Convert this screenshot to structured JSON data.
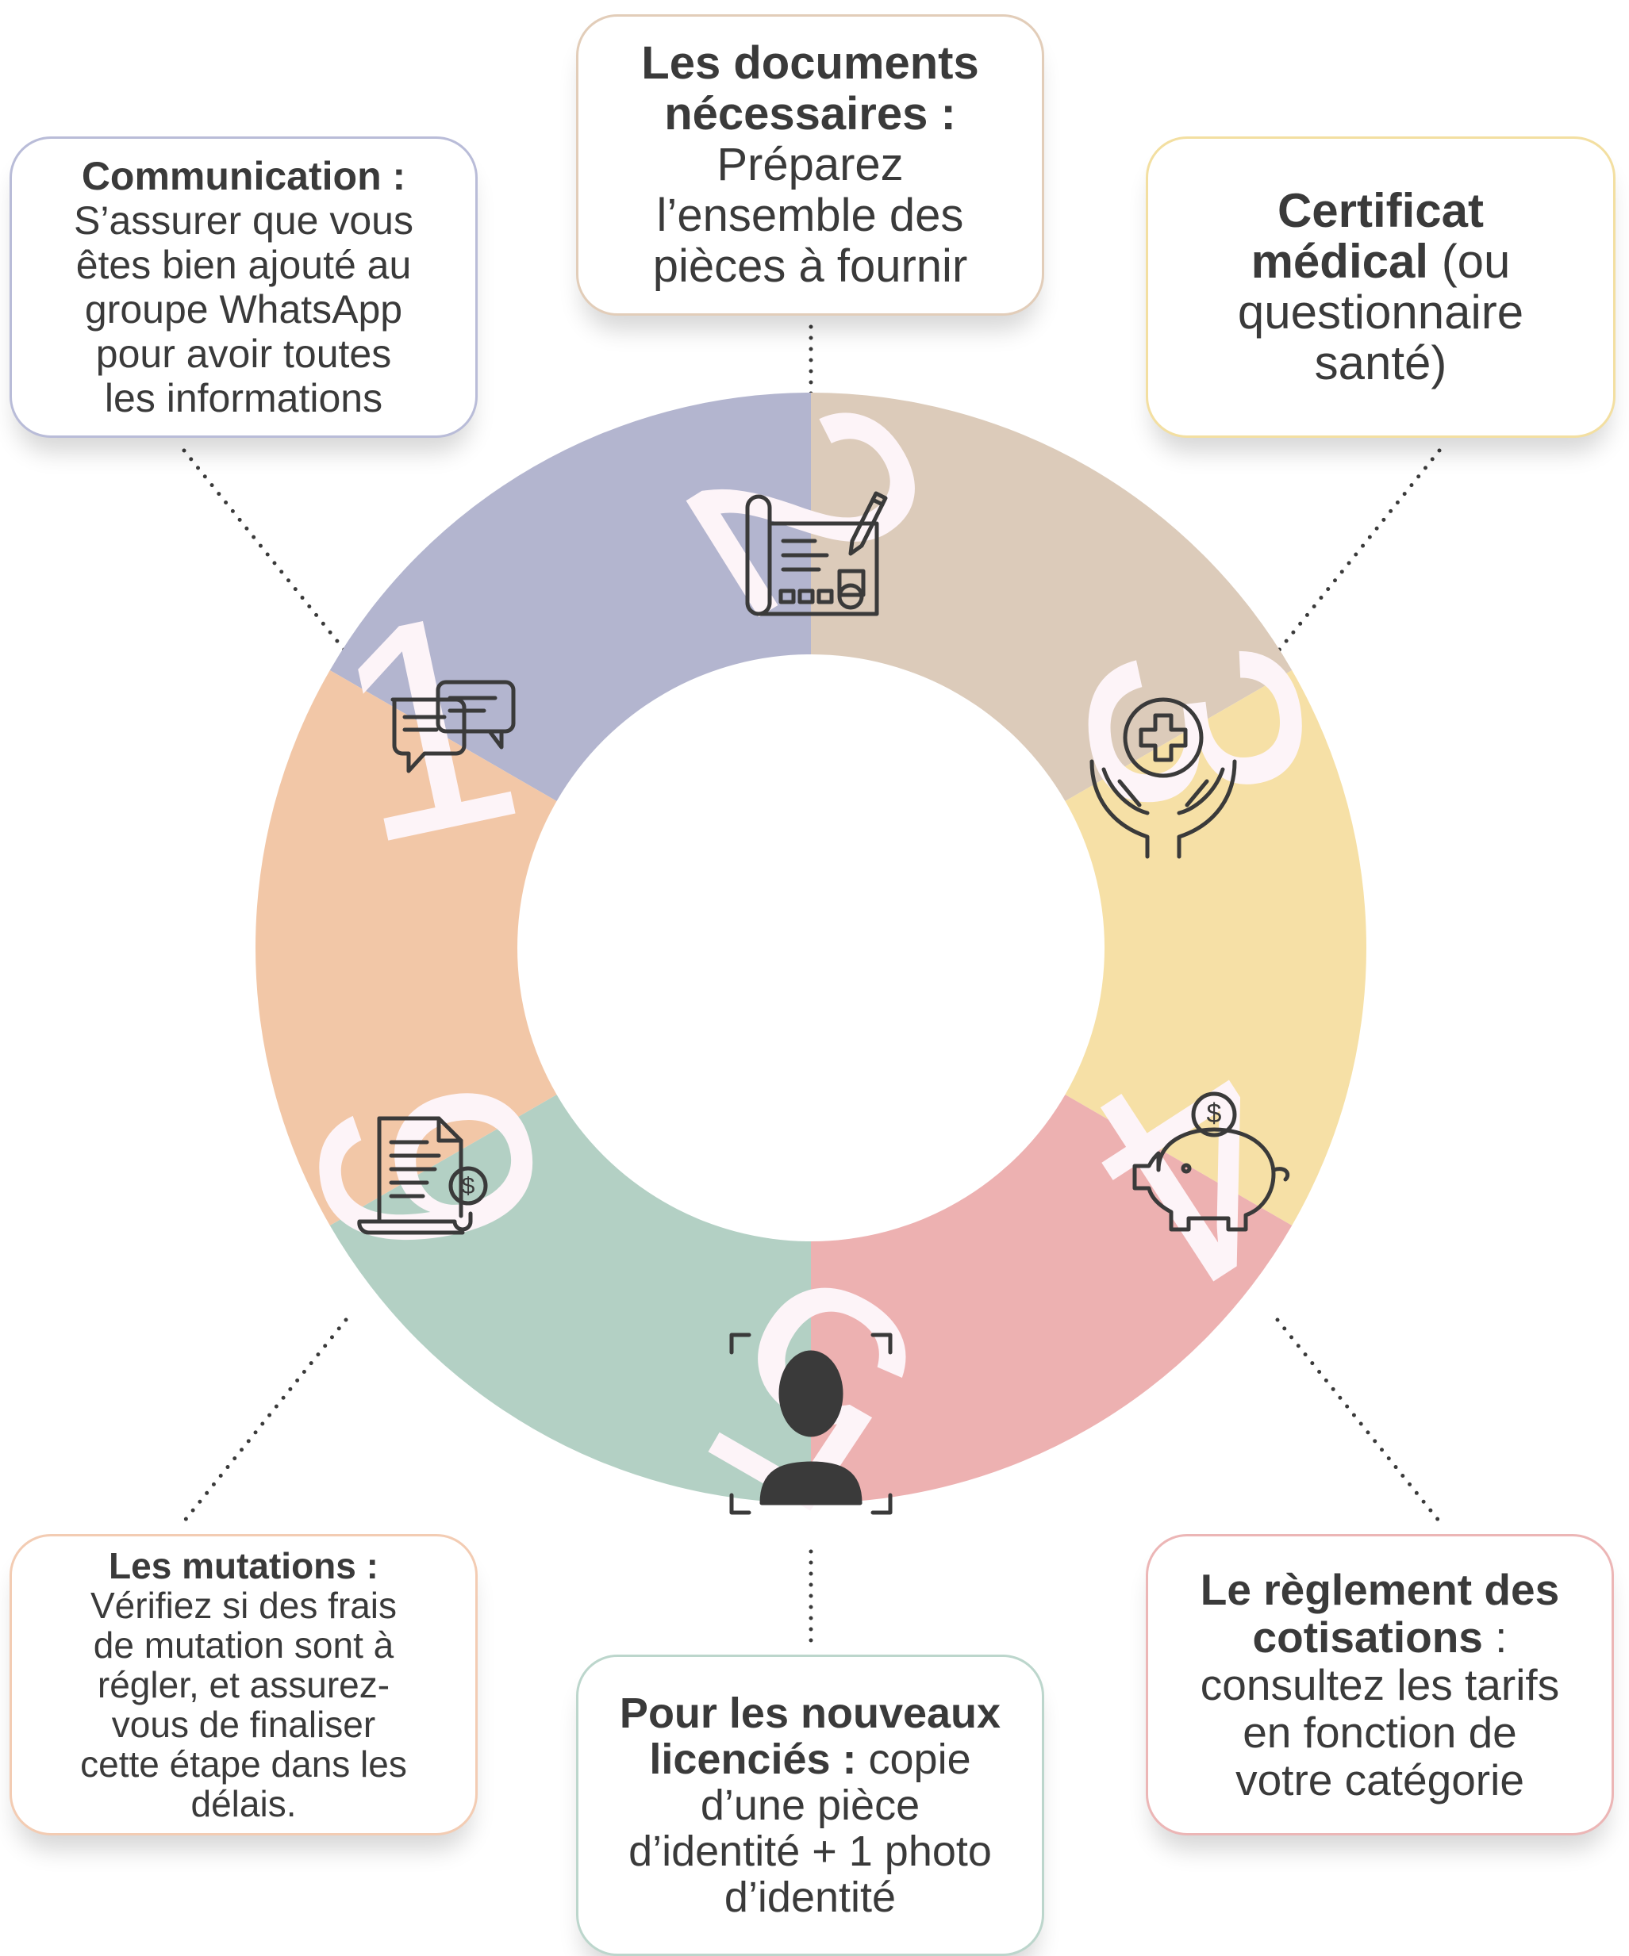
{
  "colors": {
    "segment_1": "#b3b5cf",
    "segment_2": "#dccbba",
    "segment_3": "#f6e0a6",
    "segment_4": "#edb1b1",
    "segment_5": "#b3d0c4",
    "segment_6": "#f2c7a7",
    "numbers": "#fdf4f8",
    "icon_stroke": "#3a3a3a"
  },
  "segments": [
    {
      "number": "1",
      "icon": "chat-bubbles-icon"
    },
    {
      "number": "2",
      "icon": "blueprint-pencil-icon"
    },
    {
      "number": "3",
      "icon": "hands-medical-cross-icon"
    },
    {
      "number": "4",
      "icon": "piggy-bank-coin-icon"
    },
    {
      "number": "5",
      "icon": "person-photo-frame-icon"
    },
    {
      "number": "6",
      "icon": "invoice-dollar-icon"
    }
  ],
  "boxes": {
    "communication": {
      "title": "Communication :",
      "lines": [
        "S’assurer que vous",
        "êtes bien ajouté au",
        "groupe WhatsApp",
        "pour avoir toutes",
        "les informations"
      ]
    },
    "documents": {
      "title_lines": [
        "Les documents",
        "nécessaires :"
      ],
      "lines": [
        "Préparez",
        "l’ensemble des",
        "pièces à fournir"
      ]
    },
    "certificat": {
      "title_lines": [
        "Certificat",
        "médical"
      ],
      "suffix": " (ou",
      "lines": [
        "questionnaire",
        "santé)"
      ]
    },
    "cotisations": {
      "title_lines": [
        "Le règlement des",
        "cotisations"
      ],
      "suffix": " :",
      "lines": [
        "consultez les tarifs",
        "en fonction de",
        "votre catégorie"
      ]
    },
    "nouveaux": {
      "title_line": "Pour les nouveaux",
      "title_start": "licenciés :",
      "rest": " copie",
      "lines": [
        "d’une pièce",
        "d’identité + 1 photo",
        "d’identité"
      ]
    },
    "mutations": {
      "title": "Les mutations :",
      "lines": [
        "Vérifiez si des frais",
        "de mutation sont à",
        "régler, et assurez-",
        "vous de finaliser",
        "cette étape dans les",
        "délais."
      ]
    }
  }
}
